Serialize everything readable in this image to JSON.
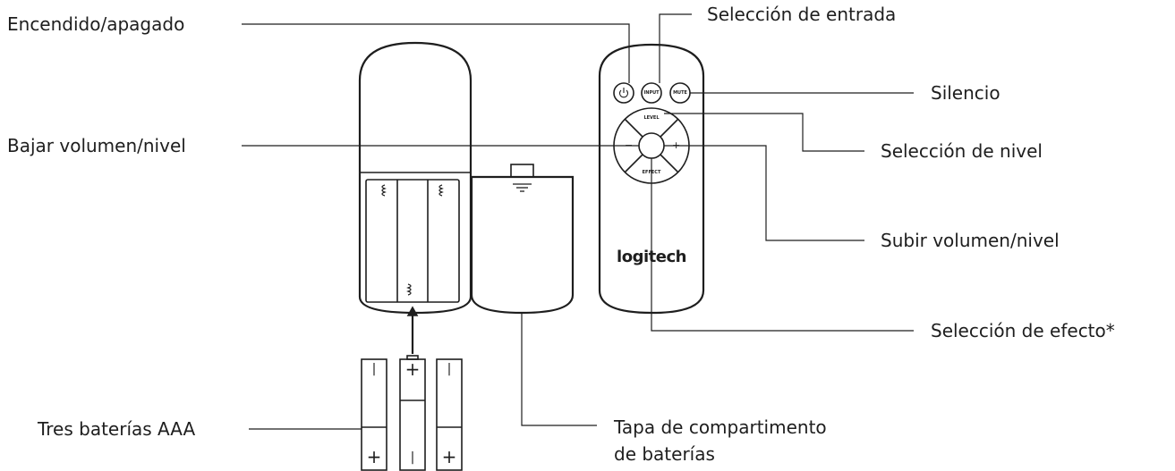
{
  "colors": {
    "ink": "#1e1e1e",
    "background": "#ffffff"
  },
  "labels": {
    "power": "Encendido/apagado",
    "input_select": "Selección de entrada",
    "mute": "Silencio",
    "volume_down": "Bajar volumen/nivel",
    "level_select": "Selección de nivel",
    "volume_up": "Subir volumen/nivel",
    "effect_select": "Selección de efecto*",
    "batteries": "Tres baterías AAA",
    "cover_line1": "Tapa de compartimento",
    "cover_line2": "de baterías"
  },
  "remote": {
    "brand": "logitech",
    "input_button": "INPUT",
    "mute_button": "MUTE",
    "level_text": "LEVEL",
    "effect_text": "EFFECT",
    "minus": "−",
    "plus": "+"
  },
  "battery_marks": {
    "plus": "+",
    "minus": "|"
  },
  "icons": {
    "power": "power-icon",
    "spring": "spring-contact-icon",
    "arrow": "arrow-up-icon"
  }
}
